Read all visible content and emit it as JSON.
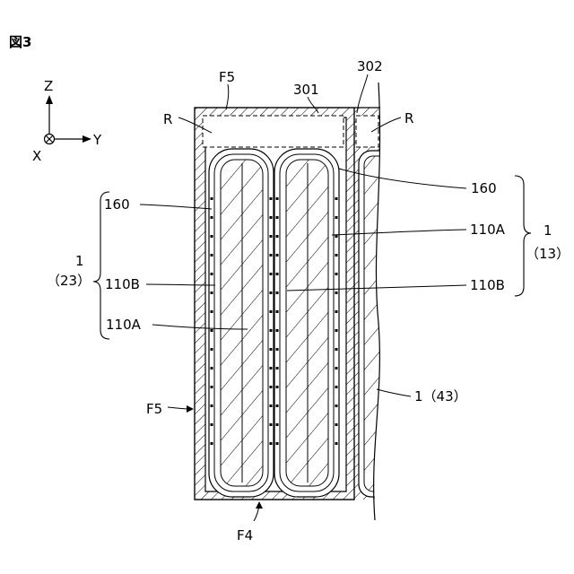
{
  "figure": {
    "title": "図3",
    "axes": {
      "z": "Z",
      "y": "Y",
      "x": "X"
    },
    "labels": {
      "f5_top": "F5",
      "n301": "301",
      "n302": "302",
      "r_left": "R",
      "r_right": "R",
      "n160_left": "160",
      "n160_right": "160",
      "group_left_num": "1",
      "group_left_sub": "（23）",
      "n110b_left": "110B",
      "n110a_left": "110A",
      "n110a_right": "110A",
      "group_right_num": "1",
      "group_right_sub": "（13）",
      "n110b_right": "110B",
      "n1_43": "1（43）",
      "f5_left": "F5",
      "f4": "F4"
    }
  }
}
